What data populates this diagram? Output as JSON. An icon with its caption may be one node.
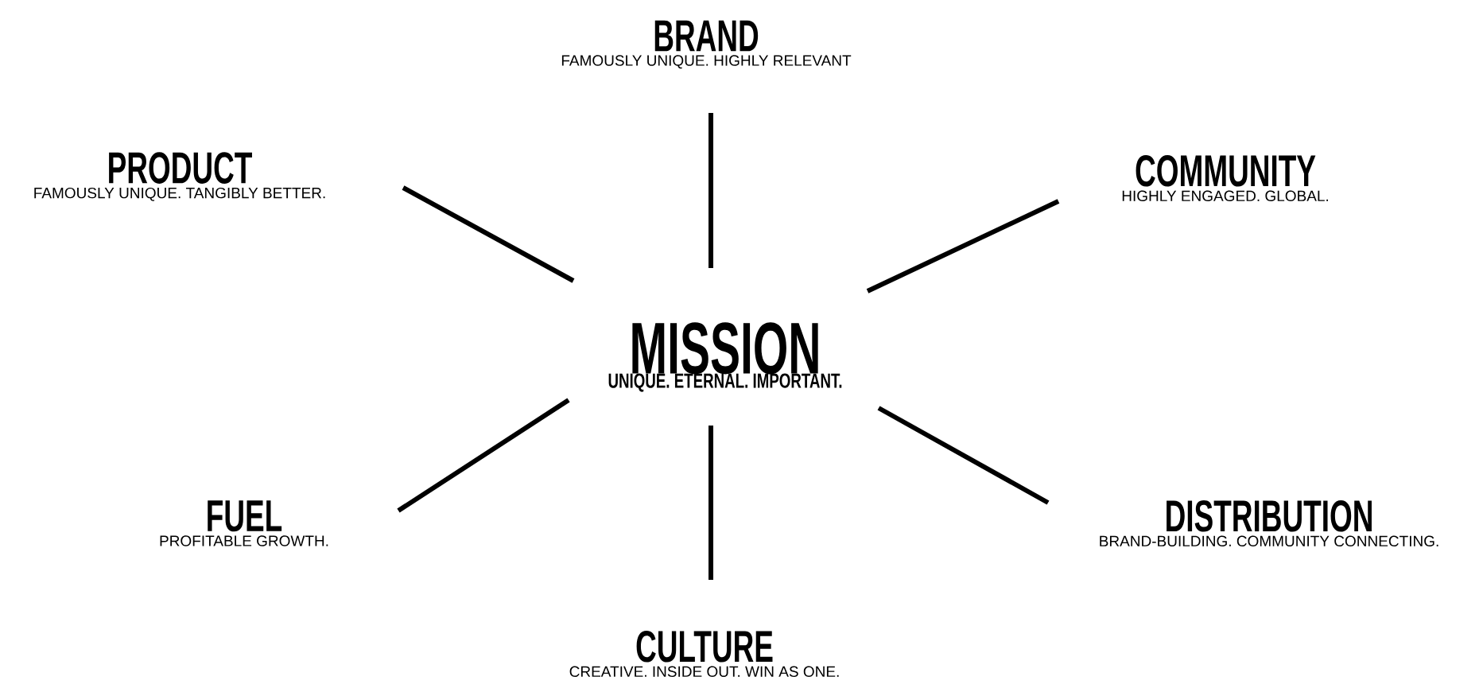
{
  "diagram": {
    "nodes": [
      {
        "text": [
          "MISSION",
          "UNIQUE. ETERNAL. IMPORTANT."
        ]
      },
      {
        "text": [
          "BRAND",
          "FAMOUSLY UNIQUE. HIGHLY RELEVANT"
        ]
      },
      {
        "text": [
          "PRODUCT",
          "FAMOUSLY UNIQUE. TANGIBLY BETTER."
        ]
      },
      {
        "text": [
          "COMMUNITY",
          "HIGHLY ENGAGED. GLOBAL."
        ]
      },
      {
        "text": [
          "FUEL",
          "PROFITABLE GROWTH."
        ]
      },
      {
        "text": [
          "DISTRIBUTION",
          "BRAND-BUILDING. COMMUNITY CONNECTING."
        ]
      },
      {
        "text": [
          "CULTURE",
          "CREATIVE. INSIDE OUT. WIN AS ONE."
        ]
      }
    ],
    "edges": [
      {
        "from": 0,
        "to": 1,
        "arrow": "none"
      },
      {
        "from": 0,
        "to": 2,
        "arrow": "none"
      },
      {
        "from": 0,
        "to": 3,
        "arrow": "none"
      },
      {
        "from": 0,
        "to": 4,
        "arrow": "none"
      },
      {
        "from": 0,
        "to": 5,
        "arrow": "none"
      },
      {
        "from": 0,
        "to": 6,
        "arrow": "none"
      }
    ]
  }
}
